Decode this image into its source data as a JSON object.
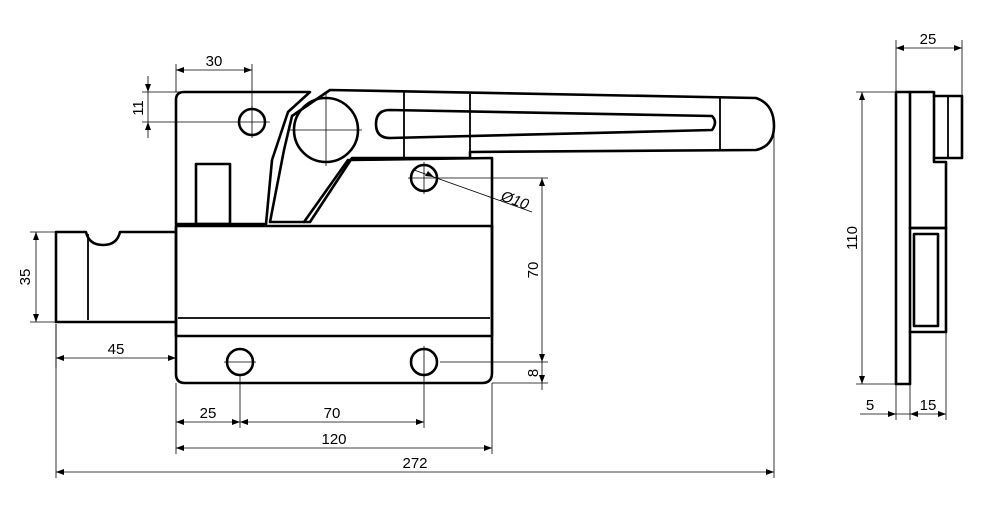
{
  "dimensions": {
    "d30": "30",
    "d11": "11",
    "d10": "Ø10",
    "d35": "35",
    "d45": "45",
    "d70v": "70",
    "d8": "8",
    "d25": "25",
    "d70h": "70",
    "d120": "120",
    "d272": "272",
    "d25side": "25",
    "d110": "110",
    "d5": "5",
    "d15": "15"
  }
}
